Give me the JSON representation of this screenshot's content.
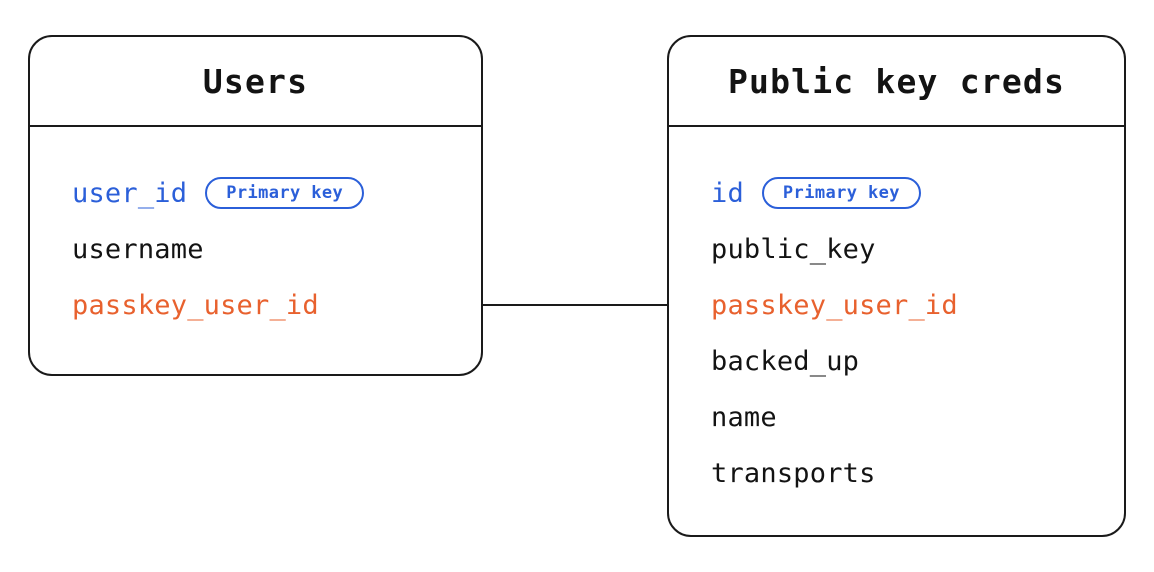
{
  "diagram": {
    "kind": "entity-relationship-diagram",
    "background_color": "#ffffff",
    "colors": {
      "border": "#1a1a1a",
      "text": "#131313",
      "primary_key": "#2B5FD9",
      "foreign_key": "#E8612E"
    },
    "entities": [
      {
        "id": "users",
        "title": "Users",
        "fields": [
          {
            "name": "user_id",
            "role": "primary_key",
            "badge": "Primary key"
          },
          {
            "name": "username",
            "role": "plain",
            "badge": null
          },
          {
            "name": "passkey_user_id",
            "role": "foreign_key",
            "badge": null
          }
        ]
      },
      {
        "id": "public_key_creds",
        "title": "Public key creds",
        "fields": [
          {
            "name": "id",
            "role": "primary_key",
            "badge": "Primary key"
          },
          {
            "name": "public_key",
            "role": "plain",
            "badge": null
          },
          {
            "name": "passkey_user_id",
            "role": "foreign_key",
            "badge": null
          },
          {
            "name": "backed_up",
            "role": "plain",
            "badge": null
          },
          {
            "name": "name",
            "role": "plain",
            "badge": null
          },
          {
            "name": "transports",
            "role": "plain",
            "badge": null
          }
        ]
      }
    ],
    "relationships": [
      {
        "id": "users-to-public-key-creds",
        "from_entity": "users",
        "from_field": "passkey_user_id",
        "to_entity": "public_key_creds",
        "to_field": "passkey_user_id",
        "style": "straight-line",
        "label": ""
      }
    ]
  }
}
